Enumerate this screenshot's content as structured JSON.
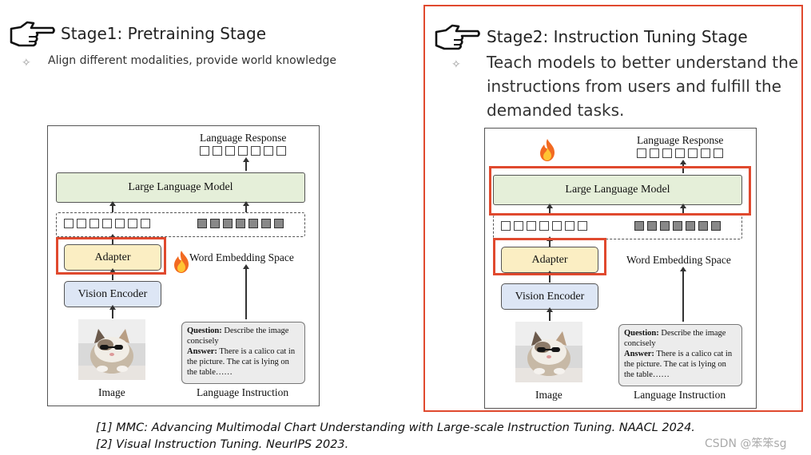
{
  "stage1": {
    "title": "Stage1: Pretraining Stage",
    "bullet": "✧",
    "description": "Align different modalities, provide world knowledge",
    "hand_icon": "pointing-hand-icon",
    "fire_icon": "fire-icon"
  },
  "stage2": {
    "title": "Stage2: Instruction Tuning Stage",
    "bullet": "✧",
    "description_lines": [
      "Teach models to better understand the",
      "instructions from users and fulfill the",
      "demanded tasks."
    ],
    "hand_icon": "pointing-hand-icon",
    "fire_icon": "fire-icon"
  },
  "diagram": {
    "language_response": "Language Response",
    "llm": "Large Language Model",
    "adapter": "Adapter",
    "vision_encoder": "Vision Encoder",
    "word_embedding": "Word Embedding Space",
    "image_label": "Image",
    "instruction_label": "Language Instruction",
    "question_label": "Question:",
    "question_text": " Describe the image concisely",
    "answer_label": "Answer:",
    "answer_text": " There is a calico cat in the picture. The cat is lying on the table……",
    "response_token_count": 7,
    "embedding_light_token_count": 7,
    "embedding_dark_token_count": 7,
    "accent_color": "#e0492e"
  },
  "references": [
    "[1] MMC: Advancing Multimodal Chart Understanding with Large-scale Instruction Tuning. NAACL 2024.",
    "[2] Visual Instruction Tuning. NeurIPS 2023."
  ],
  "watermark": "CSDN @笨笨sg"
}
